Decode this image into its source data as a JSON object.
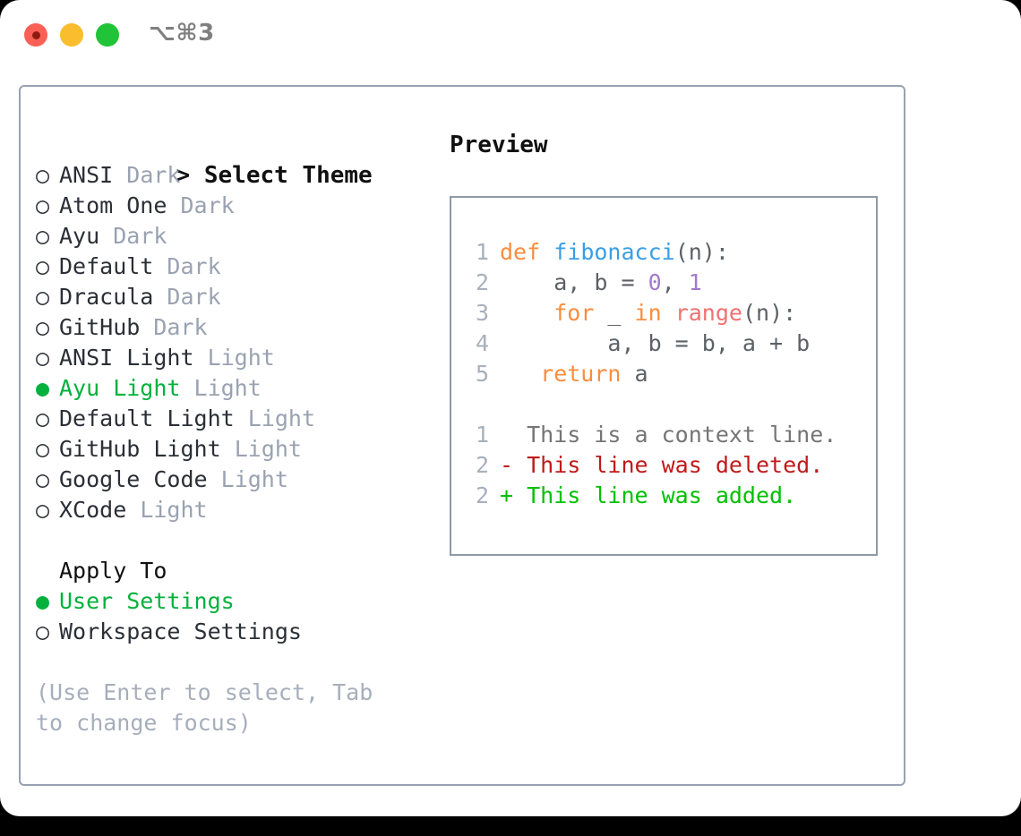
{
  "titlebar": {
    "shortcut": "⌥⌘3",
    "buttons": [
      {
        "name": "close",
        "color": "#fa6055"
      },
      {
        "name": "minimize",
        "color": "#f9bd2e"
      },
      {
        "name": "maximize",
        "color": "#21c438"
      }
    ]
  },
  "theme_panel": {
    "title_caret": ">",
    "title": "Select Theme",
    "items": [
      {
        "marker": "○",
        "label": "ANSI",
        "tag": "Dark",
        "selected": false
      },
      {
        "marker": "○",
        "label": "Atom One",
        "tag": "Dark",
        "selected": false
      },
      {
        "marker": "○",
        "label": "Ayu",
        "tag": "Dark",
        "selected": false
      },
      {
        "marker": "○",
        "label": "Default",
        "tag": "Dark",
        "selected": false
      },
      {
        "marker": "○",
        "label": "Dracula",
        "tag": "Dark",
        "selected": false
      },
      {
        "marker": "○",
        "label": "GitHub",
        "tag": "Dark",
        "selected": false
      },
      {
        "marker": "○",
        "label": "ANSI Light",
        "tag": "Light",
        "selected": false
      },
      {
        "marker": "●",
        "label": "Ayu Light",
        "tag": "Light",
        "selected": true
      },
      {
        "marker": "○",
        "label": "Default Light",
        "tag": "Light",
        "selected": false
      },
      {
        "marker": "○",
        "label": "GitHub Light",
        "tag": "Light",
        "selected": false
      },
      {
        "marker": "○",
        "label": "Google Code",
        "tag": "Light",
        "selected": false
      },
      {
        "marker": "○",
        "label": "XCode",
        "tag": "Light",
        "selected": false
      }
    ]
  },
  "apply_to": {
    "heading": "Apply To",
    "items": [
      {
        "marker": "●",
        "label": "User Settings",
        "selected": true
      },
      {
        "marker": "○",
        "label": "Workspace Settings",
        "selected": false
      }
    ]
  },
  "hint": "(Use Enter to select, Tab to change focus)",
  "preview": {
    "title": "Preview",
    "code_lines": [
      {
        "no": "1",
        "tokens": [
          {
            "t": "def",
            "c": "kw"
          },
          {
            "t": " ",
            "c": "pl"
          },
          {
            "t": "fibonacci",
            "c": "fn"
          },
          {
            "t": "(n):",
            "c": "punc"
          }
        ]
      },
      {
        "no": "2",
        "tokens": [
          {
            "t": "    a, b = ",
            "c": "pl"
          },
          {
            "t": "0",
            "c": "num"
          },
          {
            "t": ", ",
            "c": "pl"
          },
          {
            "t": "1",
            "c": "num"
          }
        ]
      },
      {
        "no": "3",
        "tokens": [
          {
            "t": "    ",
            "c": "pl"
          },
          {
            "t": "for",
            "c": "kw"
          },
          {
            "t": " _ ",
            "c": "pl"
          },
          {
            "t": "in",
            "c": "kw"
          },
          {
            "t": " ",
            "c": "pl"
          },
          {
            "t": "range",
            "c": "bi"
          },
          {
            "t": "(n):",
            "c": "punc"
          }
        ]
      },
      {
        "no": "4",
        "tokens": [
          {
            "t": "        a, b = b, a + b",
            "c": "pl"
          }
        ]
      },
      {
        "no": "5",
        "tokens": [
          {
            "t": "   ",
            "c": "pl"
          },
          {
            "t": "return",
            "c": "kw"
          },
          {
            "t": " a",
            "c": "pl"
          }
        ]
      }
    ],
    "diff_lines": [
      {
        "no": "1",
        "sign": " ",
        "text": " This is a context line.",
        "kind": "ctx"
      },
      {
        "no": "2",
        "sign": "-",
        "text": " This line was deleted.",
        "kind": "del"
      },
      {
        "no": "2",
        "sign": "+",
        "text": " This line was added.",
        "kind": "add"
      }
    ]
  },
  "colors": {
    "selection_green": "#03b13c",
    "keyword_orange": "#fa8d3e",
    "function_blue": "#399ee6",
    "number_purple": "#a37acc",
    "builtin_red": "#f07171",
    "diff_add": "#00c000",
    "diff_del": "#c01a1a",
    "border_slate": "#8f99a9",
    "tag_gray": "#9aa2b1"
  }
}
